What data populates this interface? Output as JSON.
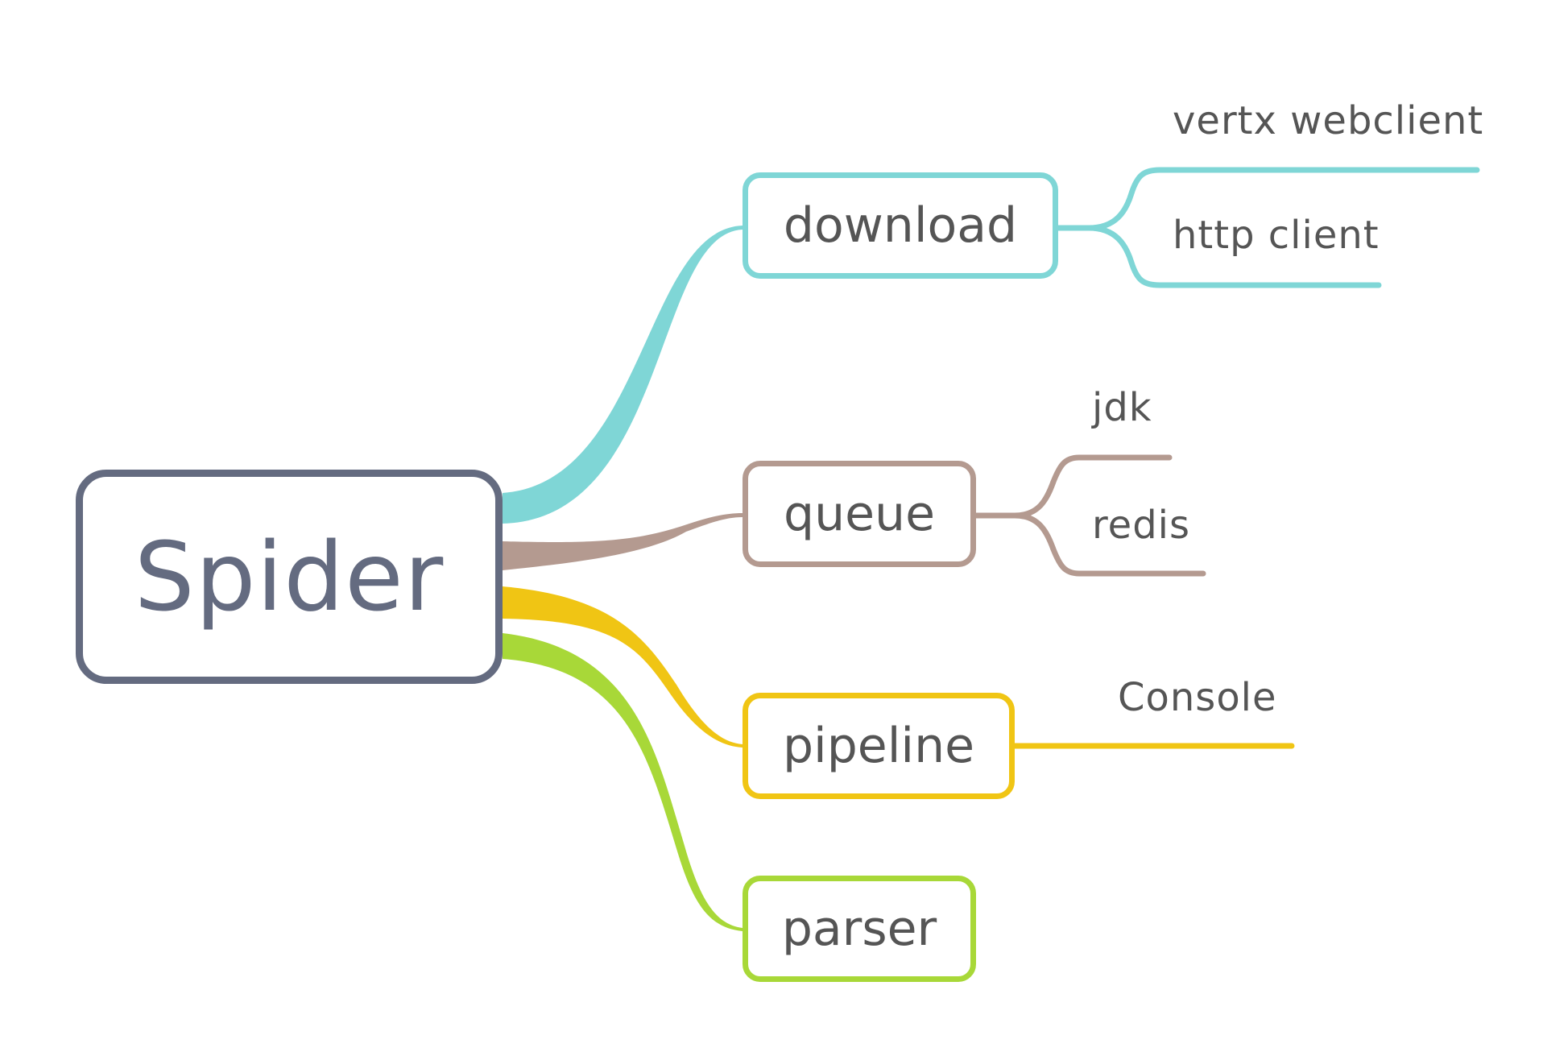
{
  "root": {
    "label": "Spider",
    "color": "#646b80"
  },
  "branches": [
    {
      "label": "download",
      "color": "#7fd6d6",
      "children": [
        "vertx webclient",
        "http client"
      ]
    },
    {
      "label": "queue",
      "color": "#b49a90",
      "children": [
        "jdk",
        "redis"
      ]
    },
    {
      "label": "pipeline",
      "color": "#f0c514",
      "children": [
        "Console"
      ]
    },
    {
      "label": "parser",
      "color": "#a8d838",
      "children": []
    }
  ]
}
